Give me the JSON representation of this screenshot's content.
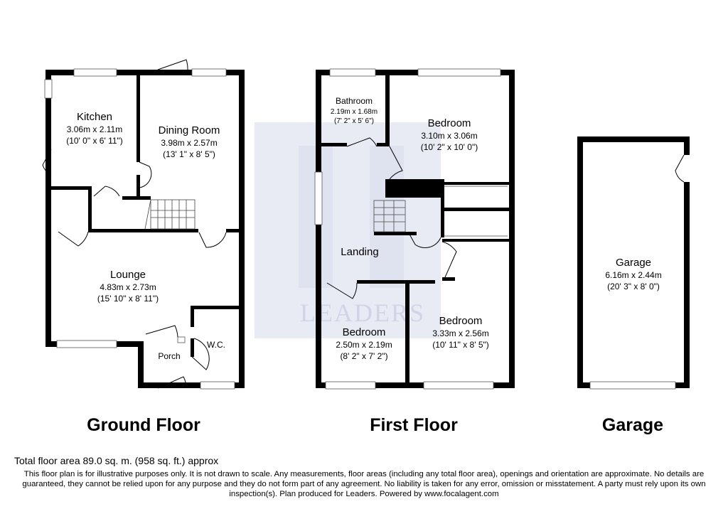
{
  "floors": [
    {
      "title": "Ground Floor",
      "rooms": [
        {
          "name": "Kitchen",
          "metric": "3.06m x 2.11m",
          "imperial": "(10' 0\" x 6' 11\")"
        },
        {
          "name": "Dining Room",
          "metric": "3.98m x 2.57m",
          "imperial": "(13' 1\" x 8' 5\")"
        },
        {
          "name": "Lounge",
          "metric": "4.83m x 2.73m",
          "imperial": "(15' 10\" x 8' 11\")"
        },
        {
          "name": "Porch"
        },
        {
          "name": "W.C."
        }
      ]
    },
    {
      "title": "First Floor",
      "rooms": [
        {
          "name": "Bathroom",
          "metric": "2.19m x 1.68m",
          "imperial": "(7' 2\" x 5' 6\")"
        },
        {
          "name": "Bedroom",
          "metric": "3.10m x 3.06m",
          "imperial": "(10' 2\" x 10' 0\")"
        },
        {
          "name": "Landing"
        },
        {
          "name": "Bedroom",
          "metric": "3.33m x 2.56m",
          "imperial": "(10' 11\" x 8' 5\")"
        },
        {
          "name": "Bedroom",
          "metric": "2.50m x 2.19m",
          "imperial": "(8' 2\" x 7' 2\")"
        }
      ]
    },
    {
      "title": "Garage",
      "rooms": [
        {
          "name": "Garage",
          "metric": "6.16m x 2.44m",
          "imperial": "(20' 3\" x 8' 0\")"
        }
      ]
    }
  ],
  "watermark": "LEADERS",
  "total_area": "Total floor area 89.0 sq. m. (958 sq. ft.) approx",
  "disclaimer": "This floor plan is for illustrative purposes only. It is not drawn to scale. Any measurements, floor areas (including any total floor area), openings and orientation are approximate. No details are guaranteed, they cannot be relied upon for any purpose and they do not form part of any agreement. No liability is taken for any error, omission or misstatement. A party must rely upon its own inspection(s). Plan produced for Leaders. Powered by www.focalagent.com",
  "colors": {
    "wall": "#000000",
    "watermark": "#e3e6f2",
    "watermark_text": "#d0d4e6"
  }
}
